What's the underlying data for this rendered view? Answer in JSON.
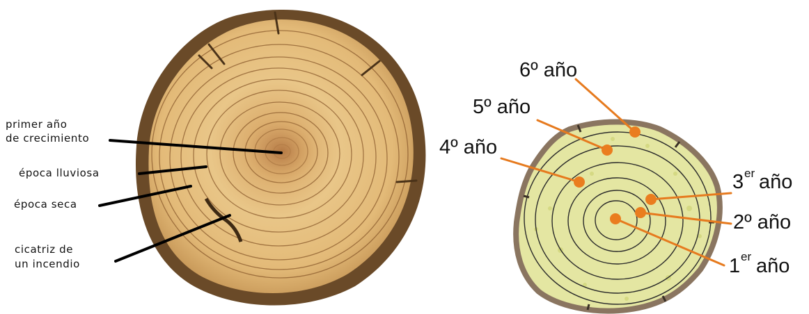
{
  "colors": {
    "background": "#ffffff",
    "wood_light": "#e8c583",
    "wood_mid": "#d6a35a",
    "bark": "#5a3e22",
    "ring_line": "#8a5a2c",
    "diagram_fill": "#e2e6a0",
    "diagram_bark": "#8a7560",
    "diagram_ring": "#2a2a2a",
    "marker_orange": "#ea7d1f",
    "leader_black": "#000000",
    "leader_orange": "#e67a1e"
  },
  "left_figure": {
    "labels": {
      "first_year_line1": "primer año",
      "first_year_line2": "de crecimiento",
      "rainy_season": "época lluviosa",
      "dry_season": "época seca",
      "scar_line1": "cicatriz de",
      "scar_line2": "un incendio"
    }
  },
  "right_figure": {
    "labels": {
      "year6": "6º año",
      "year5": "5º  año",
      "year4": "4º  año",
      "year3_num": "3",
      "year3_sup": "er",
      "year3_word": "año",
      "year2": "2º  año",
      "year1_num": "1",
      "year1_sup": "er",
      "year1_word": "año"
    }
  }
}
